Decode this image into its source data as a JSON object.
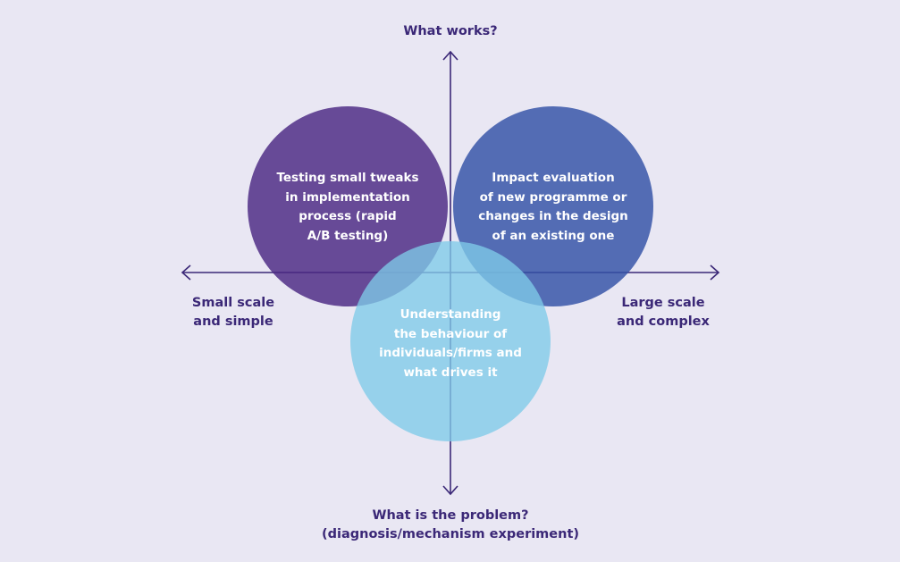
{
  "axes": {
    "top_label": "What works?",
    "bottom_label": [
      "What is the problem?",
      "(diagnosis/mechanism experiment)"
    ],
    "left_label": [
      "Small scale",
      "and simple"
    ],
    "right_label": [
      "Large scale",
      "and complex"
    ]
  },
  "circles": {
    "rapid_testing": {
      "lines": [
        "Testing small tweaks",
        "in implementation",
        "process (rapid",
        "A/B testing)"
      ],
      "color": "#5c3f93"
    },
    "impact_evaluation": {
      "lines": [
        "Impact evaluation",
        "of new programme or",
        "changes in the design",
        "of an existing one"
      ],
      "color": "#4762b4"
    },
    "behaviour": {
      "lines": [
        "Understanding",
        "the behaviour of",
        "individuals/firms and",
        "what drives it"
      ],
      "color": "#8fd2ec"
    }
  },
  "colors": {
    "background": "#e9e7f3",
    "axis": "#3b2877"
  }
}
